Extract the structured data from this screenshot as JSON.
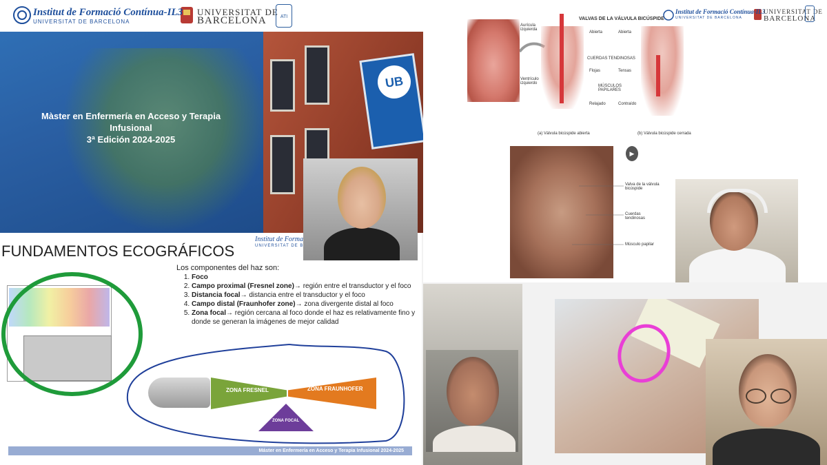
{
  "header": {
    "institute_name": "Institut de Formació Contínua-IL3",
    "institute_sub": "UNIVERSITAT DE BARCELONA",
    "university_top": "UNIVERSITAT DE",
    "university_name": "BARCELONA",
    "ati_badge": "ATI"
  },
  "title_slide": {
    "line1": "Màster en Enfermería en Acceso y Terapia",
    "line2": "Infusional",
    "line3": "3ª Edición 2024-2025",
    "sign_letters": "UB"
  },
  "ultrasound_slide": {
    "title": "FUNDAMENTOS ECOGRÁFICOS",
    "header_mini": "Institut de Formació",
    "header_mini_sub": "UNIVERSITAT DE BARCELONA",
    "intro": "Los componentes del haz son:",
    "items": [
      {
        "bold": "Foco",
        "rest": ""
      },
      {
        "bold": "Campo proximal (Fresnel zone)",
        "rest": "→ región entre el transductor y el foco"
      },
      {
        "bold": "Distancia focal",
        "rest": "→ distancia entre el transductor y el foco"
      },
      {
        "bold": "Campo distal (Fraunhofer zone)",
        "rest": "→ zona divergente distal al foco"
      },
      {
        "bold": "Zona focal",
        "rest": "→ región cercana al foco donde el haz es relativamente fino y donde se generan la imágenes de mejor calidad"
      }
    ],
    "zones": {
      "fresnel": "ZONA FRESNEL",
      "fraunhofer": "ZONA FRAUNHOFER",
      "focal": "ZONA FOCAL"
    },
    "footer": "Máster en Enfermería en Acceso y Terapia Infusional 2024-2025",
    "colors": {
      "fresnel": "#7aa43a",
      "fraunhofer": "#e37a1f",
      "focal": "#6d3d9a",
      "circle": "#1f9b3a"
    }
  },
  "valve_slide": {
    "header": "VALVAS DE LA VÁLVULA BICÚSPIDE",
    "labels": {
      "auricula": "Aurícula izquierda",
      "ventriculo": "Ventrículo izquierdo",
      "abierta1": "Abierta",
      "abierta2": "Abierta",
      "cuerdas": "CUERDAS TENDINOSAS",
      "flojas": "Flojas",
      "tensas": "Tensas",
      "musculos": "MÚSCULOS PAPILARES",
      "relajado": "Relajado",
      "contraido": "Contraído",
      "cap_a": "(a) Válvula bicúspide abierta",
      "cap_b": "(b) Válvula bicúspide cerrada",
      "photo_valva": "Valva de la válvula bicúspide",
      "photo_cuerdas": "Cuerdas tendinosas",
      "photo_musculo": "Músculo papilar"
    },
    "play_icon": "▶"
  }
}
